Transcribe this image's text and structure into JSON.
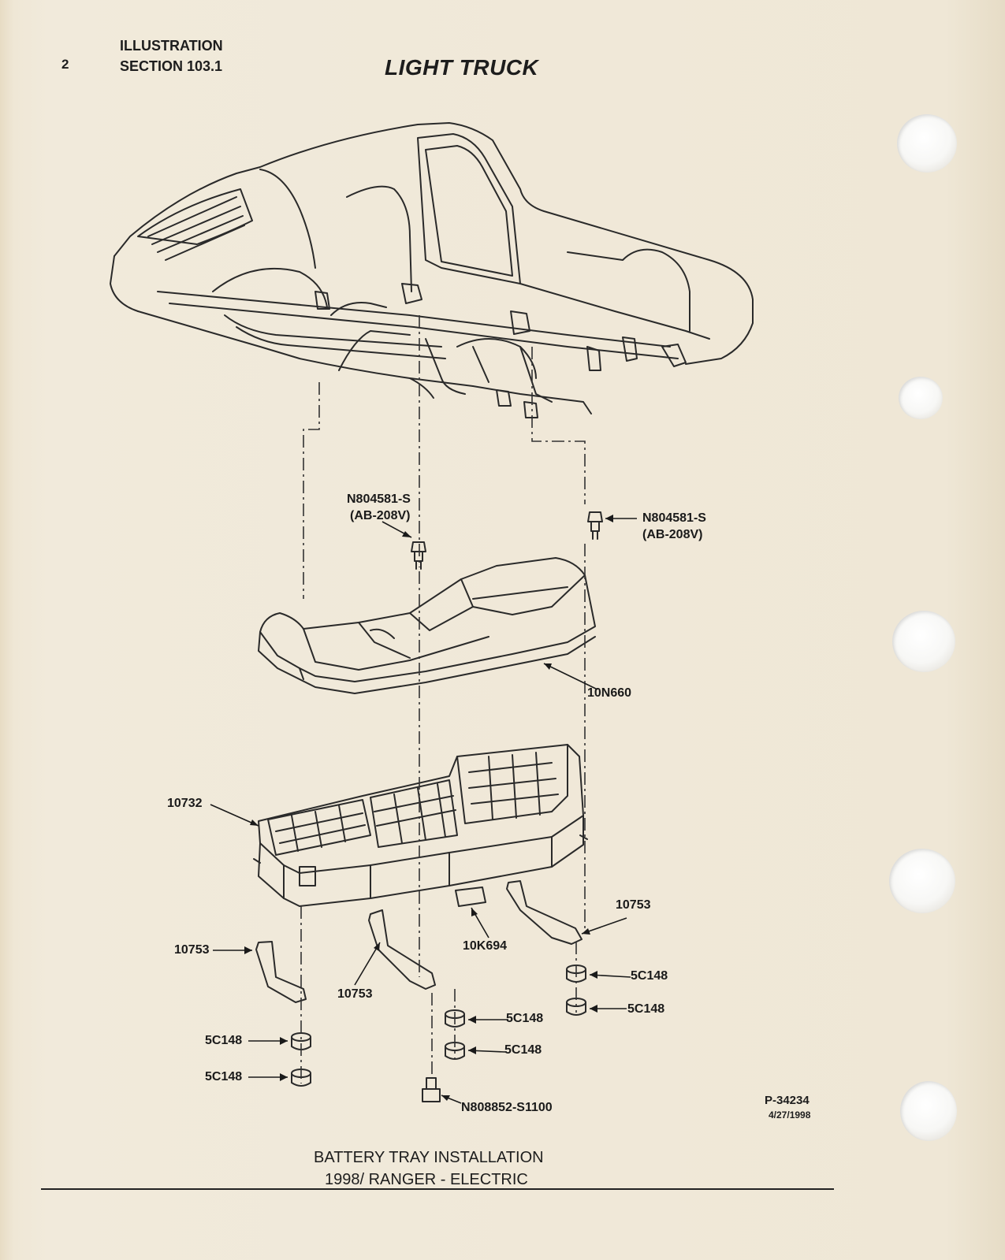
{
  "header": {
    "page_number": "2",
    "illustration": "ILLUSTRATION",
    "section": "SECTION 103.1",
    "title": "LIGHT TRUCK"
  },
  "callouts": {
    "fastener_left": "N804581-S",
    "fastener_left_spec": "(AB-208V)",
    "fastener_right": "N804581-S",
    "fastener_right_spec": "(AB-208V)",
    "tray_cover": "10N660",
    "battery_tray": "10732",
    "bracket_left": "10753",
    "bracket_middle": "10753",
    "bracket_right": "10753",
    "clip": "10K694",
    "insulator_right_upper": "5C148",
    "insulator_right_lower": "5C148",
    "insulator_middle_upper": "5C148",
    "insulator_middle_lower": "5C148",
    "insulator_left_upper": "5C148",
    "insulator_left_lower": "5C148",
    "bolt": "N808852-S1100"
  },
  "reference": {
    "code": "P-34234",
    "date": "4/27/1998"
  },
  "caption": {
    "line1": "BATTERY TRAY INSTALLATION",
    "line2": "1998/ RANGER - ELECTRIC"
  }
}
